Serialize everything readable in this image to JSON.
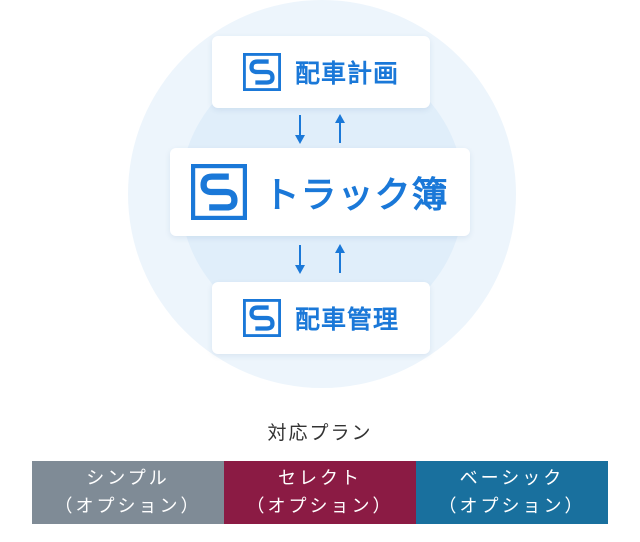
{
  "diagram": {
    "top_card": {
      "label": "配車計画",
      "logo_icon": "s-logo-icon"
    },
    "middle_card": {
      "label": "トラック簿",
      "logo_icon": "s-logo-icon"
    },
    "bottom_card": {
      "label": "配車管理",
      "logo_icon": "s-logo-icon"
    },
    "colors": {
      "brand": "#1a78d8",
      "circle_outer": "#edf5fc",
      "circle_inner": "#e0eefa"
    }
  },
  "plans_section": {
    "title": "対応プラン",
    "plans": [
      {
        "name": "シンプル",
        "note": "（オプション）",
        "color": "#7f8b96"
      },
      {
        "name": "セレクト",
        "note": "（オプション）",
        "color": "#8b1b44"
      },
      {
        "name": "ベーシック",
        "note": "（オプション）",
        "color": "#19709e"
      }
    ]
  }
}
